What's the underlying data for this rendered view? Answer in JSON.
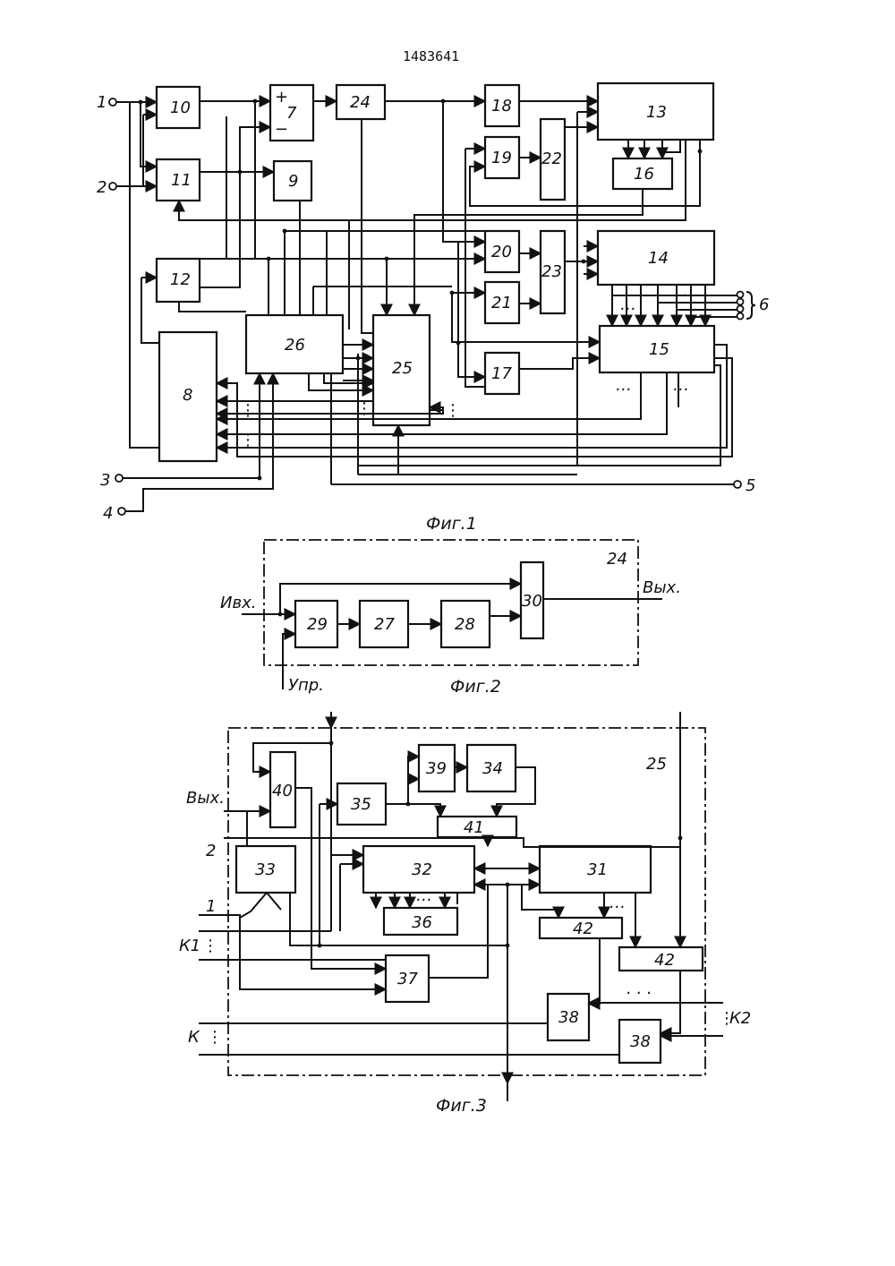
{
  "patent_number": "1483641",
  "fig1": {
    "caption": "Фиг.1",
    "blocks": {
      "b7": "7",
      "b8": "8",
      "b9": "9",
      "b10": "10",
      "b11": "11",
      "b12": "12",
      "b13": "13",
      "b14": "14",
      "b15": "15",
      "b16": "16",
      "b17": "17",
      "b18": "18",
      "b19": "19",
      "b20": "20",
      "b21": "21",
      "b22": "22",
      "b23": "23",
      "b24": "24",
      "b25": "25",
      "b26": "26"
    },
    "plus": "+",
    "minus": "−",
    "terminals": {
      "t1": "1",
      "t2": "2",
      "t3": "3",
      "t4": "4",
      "t5": "5",
      "t6": "6"
    }
  },
  "fig2": {
    "caption": "Фиг.2",
    "frame_label": "24",
    "blocks": {
      "b27": "27",
      "b28": "28",
      "b29": "29",
      "b30": "30"
    },
    "input_label": "Ивх.",
    "output_label": "Вых.",
    "control_label": "Упр."
  },
  "fig3": {
    "caption": "Фиг.3",
    "frame_label": "25",
    "blocks": {
      "b31": "31",
      "b32": "32",
      "b33": "33",
      "b34": "34",
      "b35": "35",
      "b36": "36",
      "b37": "37",
      "b38a": "38",
      "b38b": "38",
      "b39": "39",
      "b40": "40",
      "b41": "41",
      "b42a": "42",
      "b42b": "42"
    },
    "in_vyh": "Вых.",
    "in_2": "2",
    "in_1": "1",
    "in_k1": "К1",
    "in_k": "К",
    "in_k2": "К2"
  }
}
